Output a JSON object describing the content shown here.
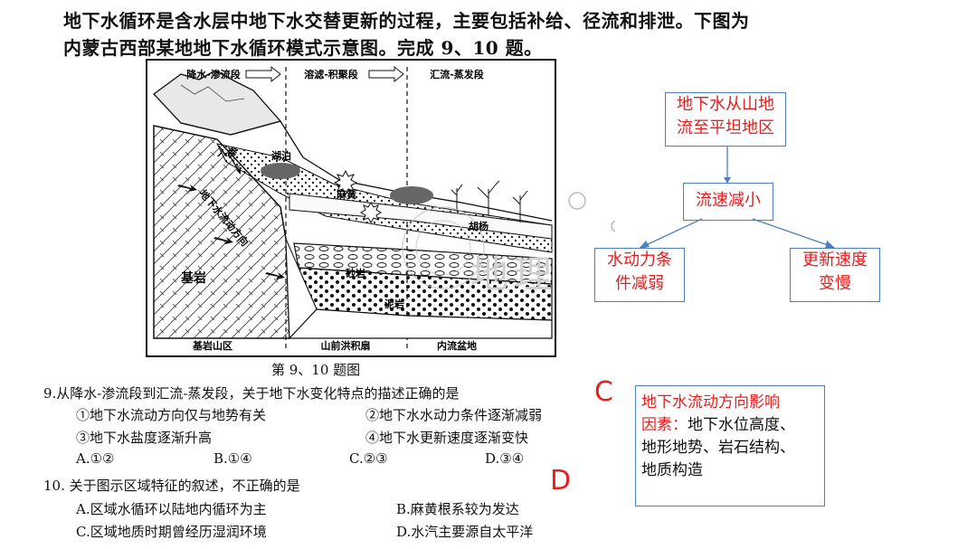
{
  "intro": {
    "line1": "地下水循环是含水层中地下水交替更新的过程，主要包括补给、径流和排泄。下图为",
    "line2": "内蒙古西部某地地下水循环模式示意图。完成 9、10 题。"
  },
  "diagram": {
    "stages": [
      "降水-渗流段",
      "溶滤-积聚段",
      "汇流-蒸发段"
    ],
    "zones": [
      "基岩山区",
      "山前洪积扇",
      "内流盆地"
    ],
    "labels": {
      "infiltration": "入渗",
      "lake": "湖泊",
      "ephedra": "麻黄",
      "poplar": "胡杨",
      "flow_direction": "地下水流动方向",
      "bedrock": "基岩",
      "sandstone": "砂岩",
      "mudstone": "泥岩"
    },
    "caption": "第 9、10 题图",
    "watermark": "地理"
  },
  "questions": {
    "q9": {
      "stem": "9.从降水-渗流段到汇流-蒸发段，关于地下水变化特点的描述正确的是",
      "opt1": "①地下水流动方向仅与地势有关",
      "opt2": "②地下水水动力条件逐渐减弱",
      "opt3": "③地下水盐度逐渐升高",
      "opt4": "④地下水更新速度逐渐变快",
      "A": "A.①②",
      "B": "B.①④",
      "C": "C.②③",
      "D": "D.③④"
    },
    "q10": {
      "stem": "10. 关于图示区域特征的叙述，不正确的是",
      "A": "A.区域水循环以陆地内循环为主",
      "B": "B.麻黄根系较为发达",
      "C": "C.区域地质时期曾经历湿润环境",
      "D": "D.水汽主要源自太平洋"
    }
  },
  "annotations": {
    "answer9": "C",
    "answer10": "D",
    "box_top_line1": "地下水从山地",
    "box_top_line2": "流至平坦地区",
    "box_mid": "流速减小",
    "box_left_line1": "水动力条",
    "box_left_line2": "件减弱",
    "box_right_line1": "更新速度",
    "box_right_line2": "变慢",
    "note_title_line1": "地下水流动方向影响",
    "note_title_line2": "因素：",
    "note_body_line2": "地下水位高度、",
    "note_body_line3": "地形地势、岩石结构、",
    "note_body_line4": "地质构造"
  },
  "colors": {
    "accent_red": "#e32020",
    "box_border": "#4a7fc1"
  }
}
